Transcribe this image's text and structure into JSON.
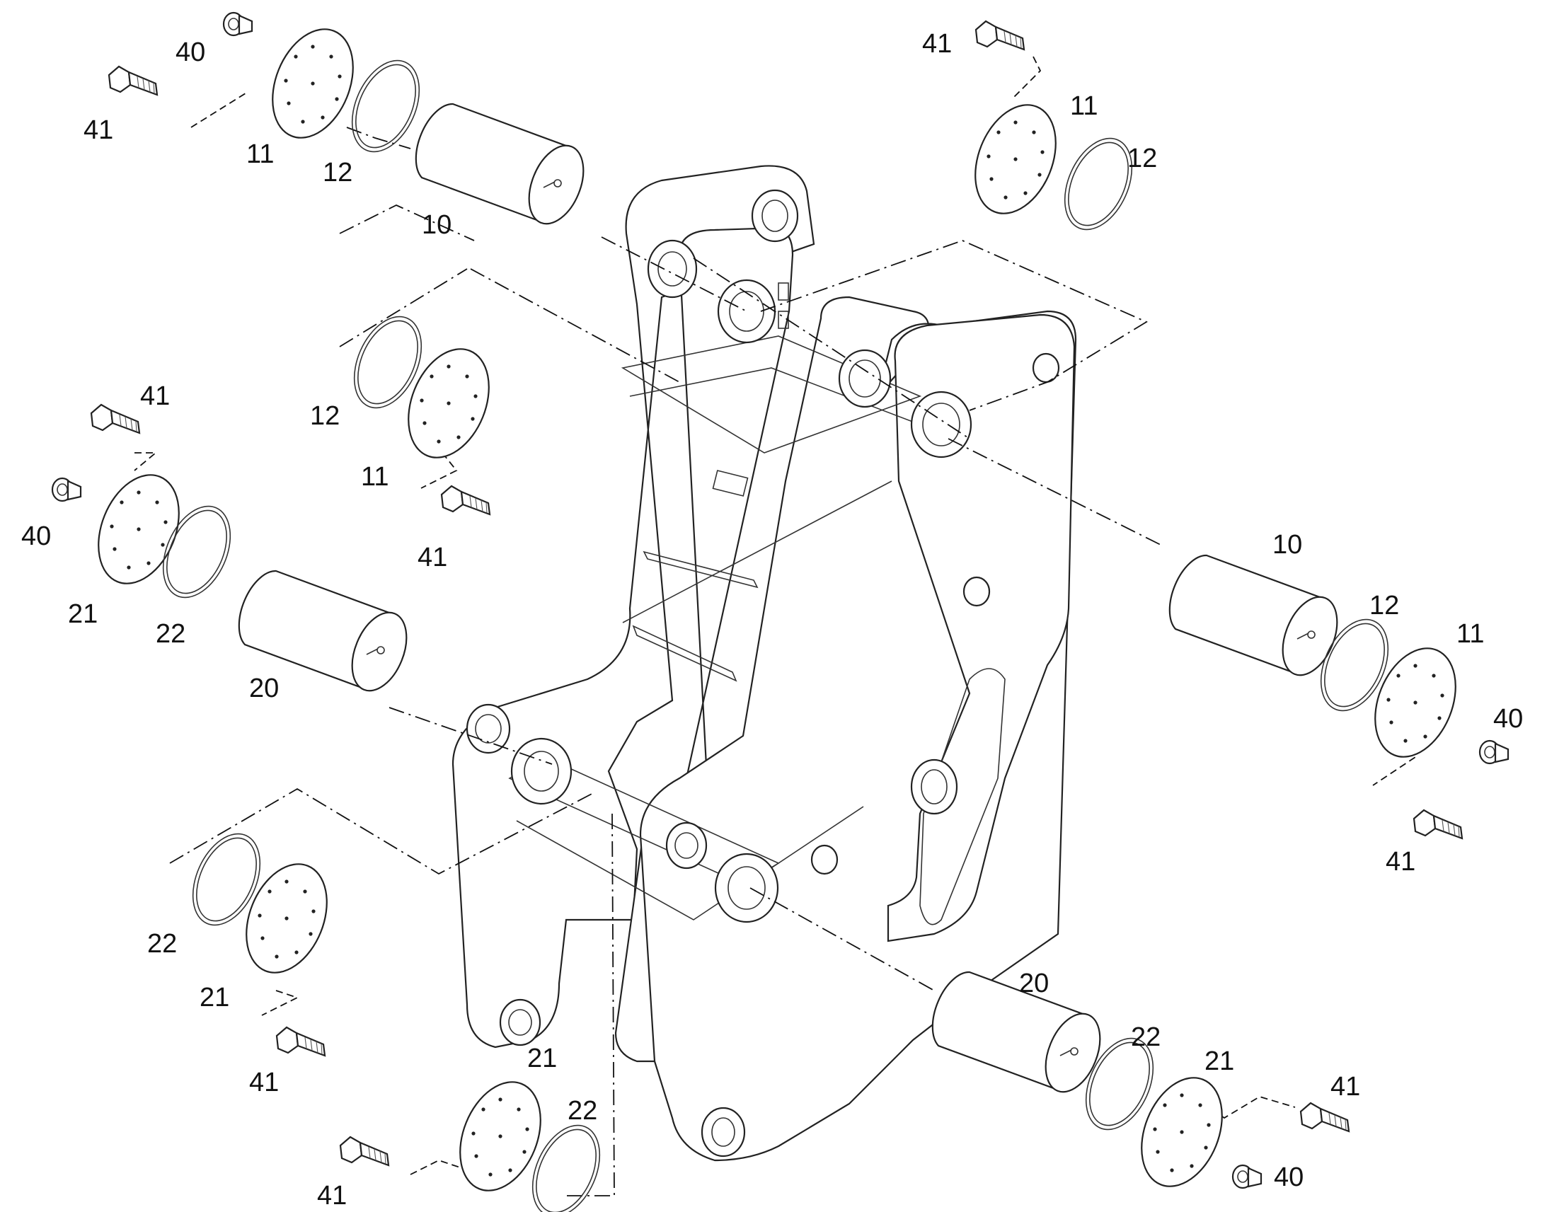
{
  "diagram": {
    "callouts": [
      {
        "text": "41"
      },
      {
        "text": "40"
      },
      {
        "text": "11"
      },
      {
        "text": "12"
      },
      {
        "text": "10"
      },
      {
        "text": "41"
      },
      {
        "text": "11"
      },
      {
        "text": "12"
      },
      {
        "text": "12"
      },
      {
        "text": "11"
      },
      {
        "text": "41"
      },
      {
        "text": "41"
      },
      {
        "text": "40"
      },
      {
        "text": "21"
      },
      {
        "text": "22"
      },
      {
        "text": "20"
      },
      {
        "text": "10"
      },
      {
        "text": "12"
      },
      {
        "text": "11"
      },
      {
        "text": "40"
      },
      {
        "text": "41"
      },
      {
        "text": "22"
      },
      {
        "text": "21"
      },
      {
        "text": "41"
      },
      {
        "text": "20"
      },
      {
        "text": "22"
      },
      {
        "text": "21"
      },
      {
        "text": "41"
      },
      {
        "text": "40"
      },
      {
        "text": "21"
      },
      {
        "text": "22"
      },
      {
        "text": "41"
      }
    ]
  }
}
